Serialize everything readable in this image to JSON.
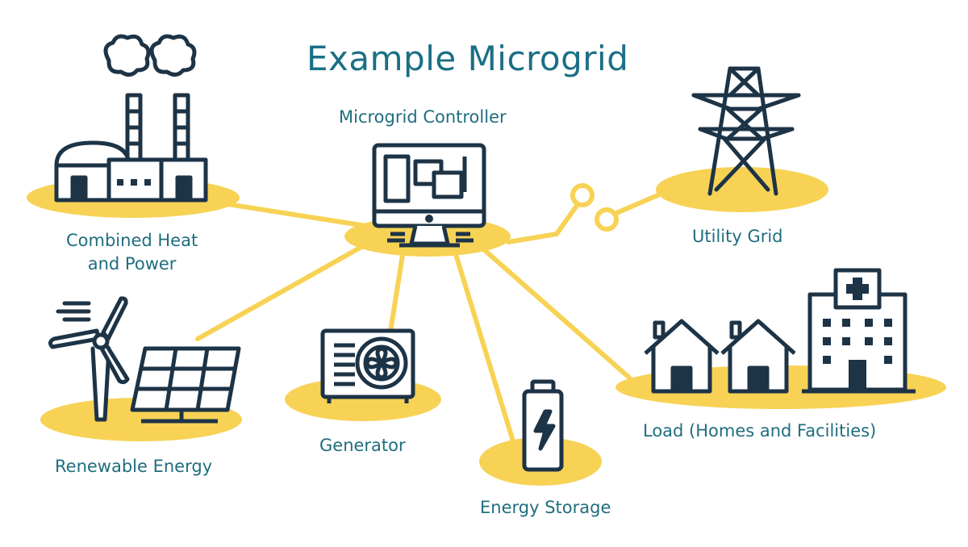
{
  "diagram": {
    "title": "Example Microgrid",
    "controller_label": "Microgrid Controller",
    "nodes": {
      "chp_line1": "Combined Heat",
      "chp_line2": "and Power",
      "utility": "Utility Grid",
      "renewable": "Renewable Energy",
      "generator": "Generator",
      "storage": "Energy Storage",
      "load": "Load (Homes and Facilities)"
    }
  },
  "colors": {
    "accent_yellow": "#f7d255",
    "icon_navy": "#1d3346",
    "label_teal": "#1f6e7f"
  },
  "icons": [
    "factory-icon",
    "monitor-icon",
    "transmission-tower-icon",
    "wind-turbine-icon",
    "solar-panel-icon",
    "generator-icon",
    "battery-icon",
    "house-icon",
    "hospital-icon"
  ]
}
